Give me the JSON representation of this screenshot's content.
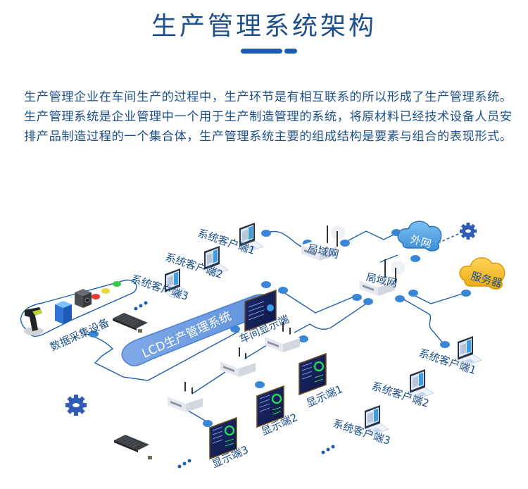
{
  "header": {
    "title": "生产管理系统架构"
  },
  "intro": {
    "text": "生产管理企业在车间生产的过程中，生产环节是有相互联系的所以形成了生产管理系统。生产管理系统是企业管理中一个用于生产制造管理的系统，将原材料已经技术设备人员安排产品制造过程的一个集合体，生产管理系统主要的组成结构是要素与组合的表现形式。"
  },
  "diagram": {
    "core_system": "LCD生产管理系统",
    "data_collection": "数据采集设备",
    "lan_top": "局域网",
    "lan_mid": "局域网",
    "external_network": "外网",
    "server": "服务器",
    "workshop_display": "车间显示端",
    "clients_left": [
      "系统客户端1",
      "系统客户端2",
      "系统客户端3"
    ],
    "clients_right": [
      "系统客户端1",
      "系统客户端2",
      "系统客户端3"
    ],
    "displays": [
      "显示端1",
      "显示端2",
      "显示端3"
    ],
    "colors": {
      "primary_text": "#1c4f8c",
      "line": "#1d5fae",
      "node_dot": "#3a86d6",
      "cloud_blue": "#4a9fe0",
      "cloud_gold": "#f2b81e",
      "gear": "#2f5bb7",
      "pill": "#6f9fe2"
    }
  }
}
